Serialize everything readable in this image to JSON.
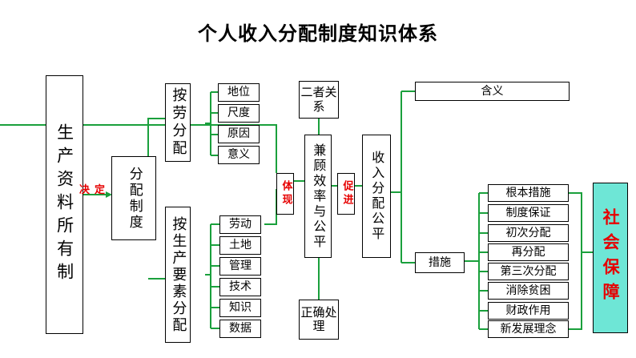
{
  "title": "个人收入分配制度知识体系",
  "root": "生产资料所有制",
  "relation_decides": "决定",
  "system": "分配制度",
  "labor_box": "按劳分配",
  "labor_items": [
    "地位",
    "尺度",
    "原因",
    "意义"
  ],
  "factor_box": "按生产要素分配",
  "factor_items": [
    "劳动",
    "土地",
    "管理",
    "技术",
    "知识",
    "数据"
  ],
  "relation_embody": "体现",
  "efficiency_box": "兼顾效率与公平",
  "two_relation": "二者关系",
  "correct_handling": "正确处理",
  "relation_promote": "促进",
  "fairness_box": "收入分配公平",
  "meaning": "含义",
  "measures": "措施",
  "measure_items": [
    "根本措施",
    "制度保证",
    "初次分配",
    "再分配",
    "第三次分配",
    "消除贫困",
    "财政作用",
    "新发展理念"
  ],
  "social_security": "社会保障",
  "colors": {
    "line": "#1aa03c",
    "highlight": "#6ee6d6",
    "label": "#e60000",
    "highlight_text": "#e60000"
  }
}
